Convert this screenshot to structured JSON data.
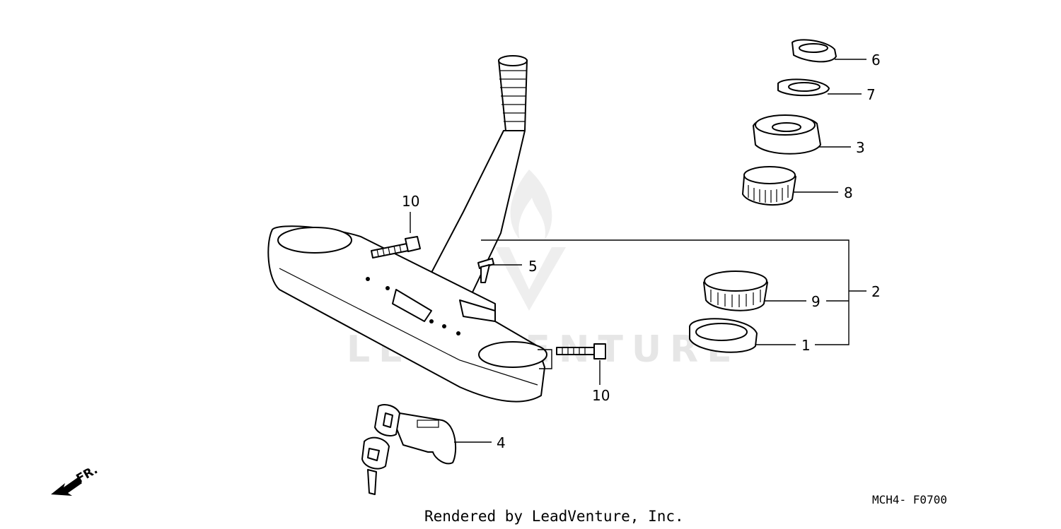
{
  "watermark": "LEADVENTURE",
  "diagram_code": "MCH4- F0700",
  "footer": "Rendered by LeadVenture, Inc.",
  "direction_label": "FR.",
  "callouts": {
    "c1": "1",
    "c2": "2",
    "c3": "3",
    "c4": "4",
    "c5": "5",
    "c6": "6",
    "c7": "7",
    "c8": "8",
    "c9": "9",
    "c10_top": "10",
    "c10_bottom": "10"
  }
}
